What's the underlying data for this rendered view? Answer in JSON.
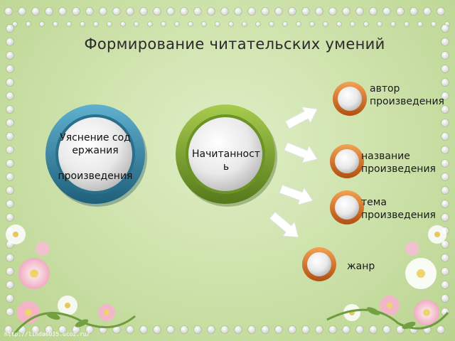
{
  "slide": {
    "title": "Формирование читательских умений",
    "left_circle_text": "Уяснение содержания\n\nпроизведения",
    "center_circle_text": "Начитанность",
    "items": [
      {
        "label": "автор\nпроизведения"
      },
      {
        "label": "название\nпроизведения"
      },
      {
        "label": "тема\nпроизведения"
      },
      {
        "label": "жанр"
      }
    ],
    "watermark_url": "http://linda6035.ucoz.ru/"
  },
  "colors": {
    "background": "#cfe3ad",
    "blue_ring": "#2f7e9c",
    "green_ring": "#7fa62f",
    "orange_ring": "#d9731e",
    "arrow": "#ffffff"
  }
}
